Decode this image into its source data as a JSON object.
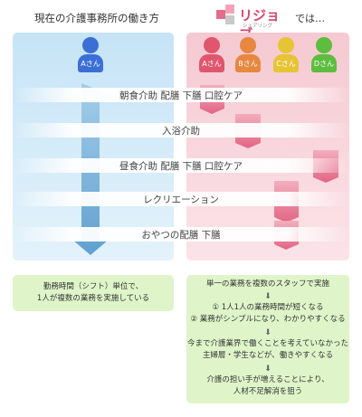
{
  "header": {
    "left_title": "現在の介護事務所の働き方",
    "logo_text": "リジョブ",
    "logo_sub": "シェアリング",
    "right_suffix": "では…"
  },
  "left": {
    "people": [
      {
        "label": "Aさん",
        "color": "#3b6fd6"
      }
    ],
    "summary_lines": [
      "勤務時間（シフト）単位で、",
      "1人が複数の業務を実施している"
    ]
  },
  "right": {
    "people": [
      {
        "label": "Aさん",
        "color": "#e0566e"
      },
      {
        "label": "Bさん",
        "color": "#e8873f"
      },
      {
        "label": "Cさん",
        "color": "#e6c436"
      },
      {
        "label": "Dさん",
        "color": "#5cbd3f"
      }
    ]
  },
  "tasks": [
    "朝食介助 配膳 下膳 口腔ケア",
    "入浴介助",
    "昼食介助 配膳 下膳 口腔ケア",
    "レクリエーション",
    "おやつの配膳 下膳"
  ],
  "benefits": {
    "l1": "単一の業務を複数のスタッフで実施",
    "arrow": "⬇",
    "l2": "① 1人1人の業務時間が短くなる",
    "l3": "② 業務がシンプルになり、わかりやすくなる",
    "l4": "今まで介護業界で働くことを考えていなかった",
    "l5": "主婦層・学生などが、働きやすくなる",
    "l6": "介護の担い手が増えることにより、",
    "l7": "人材不足解消を狙う"
  }
}
